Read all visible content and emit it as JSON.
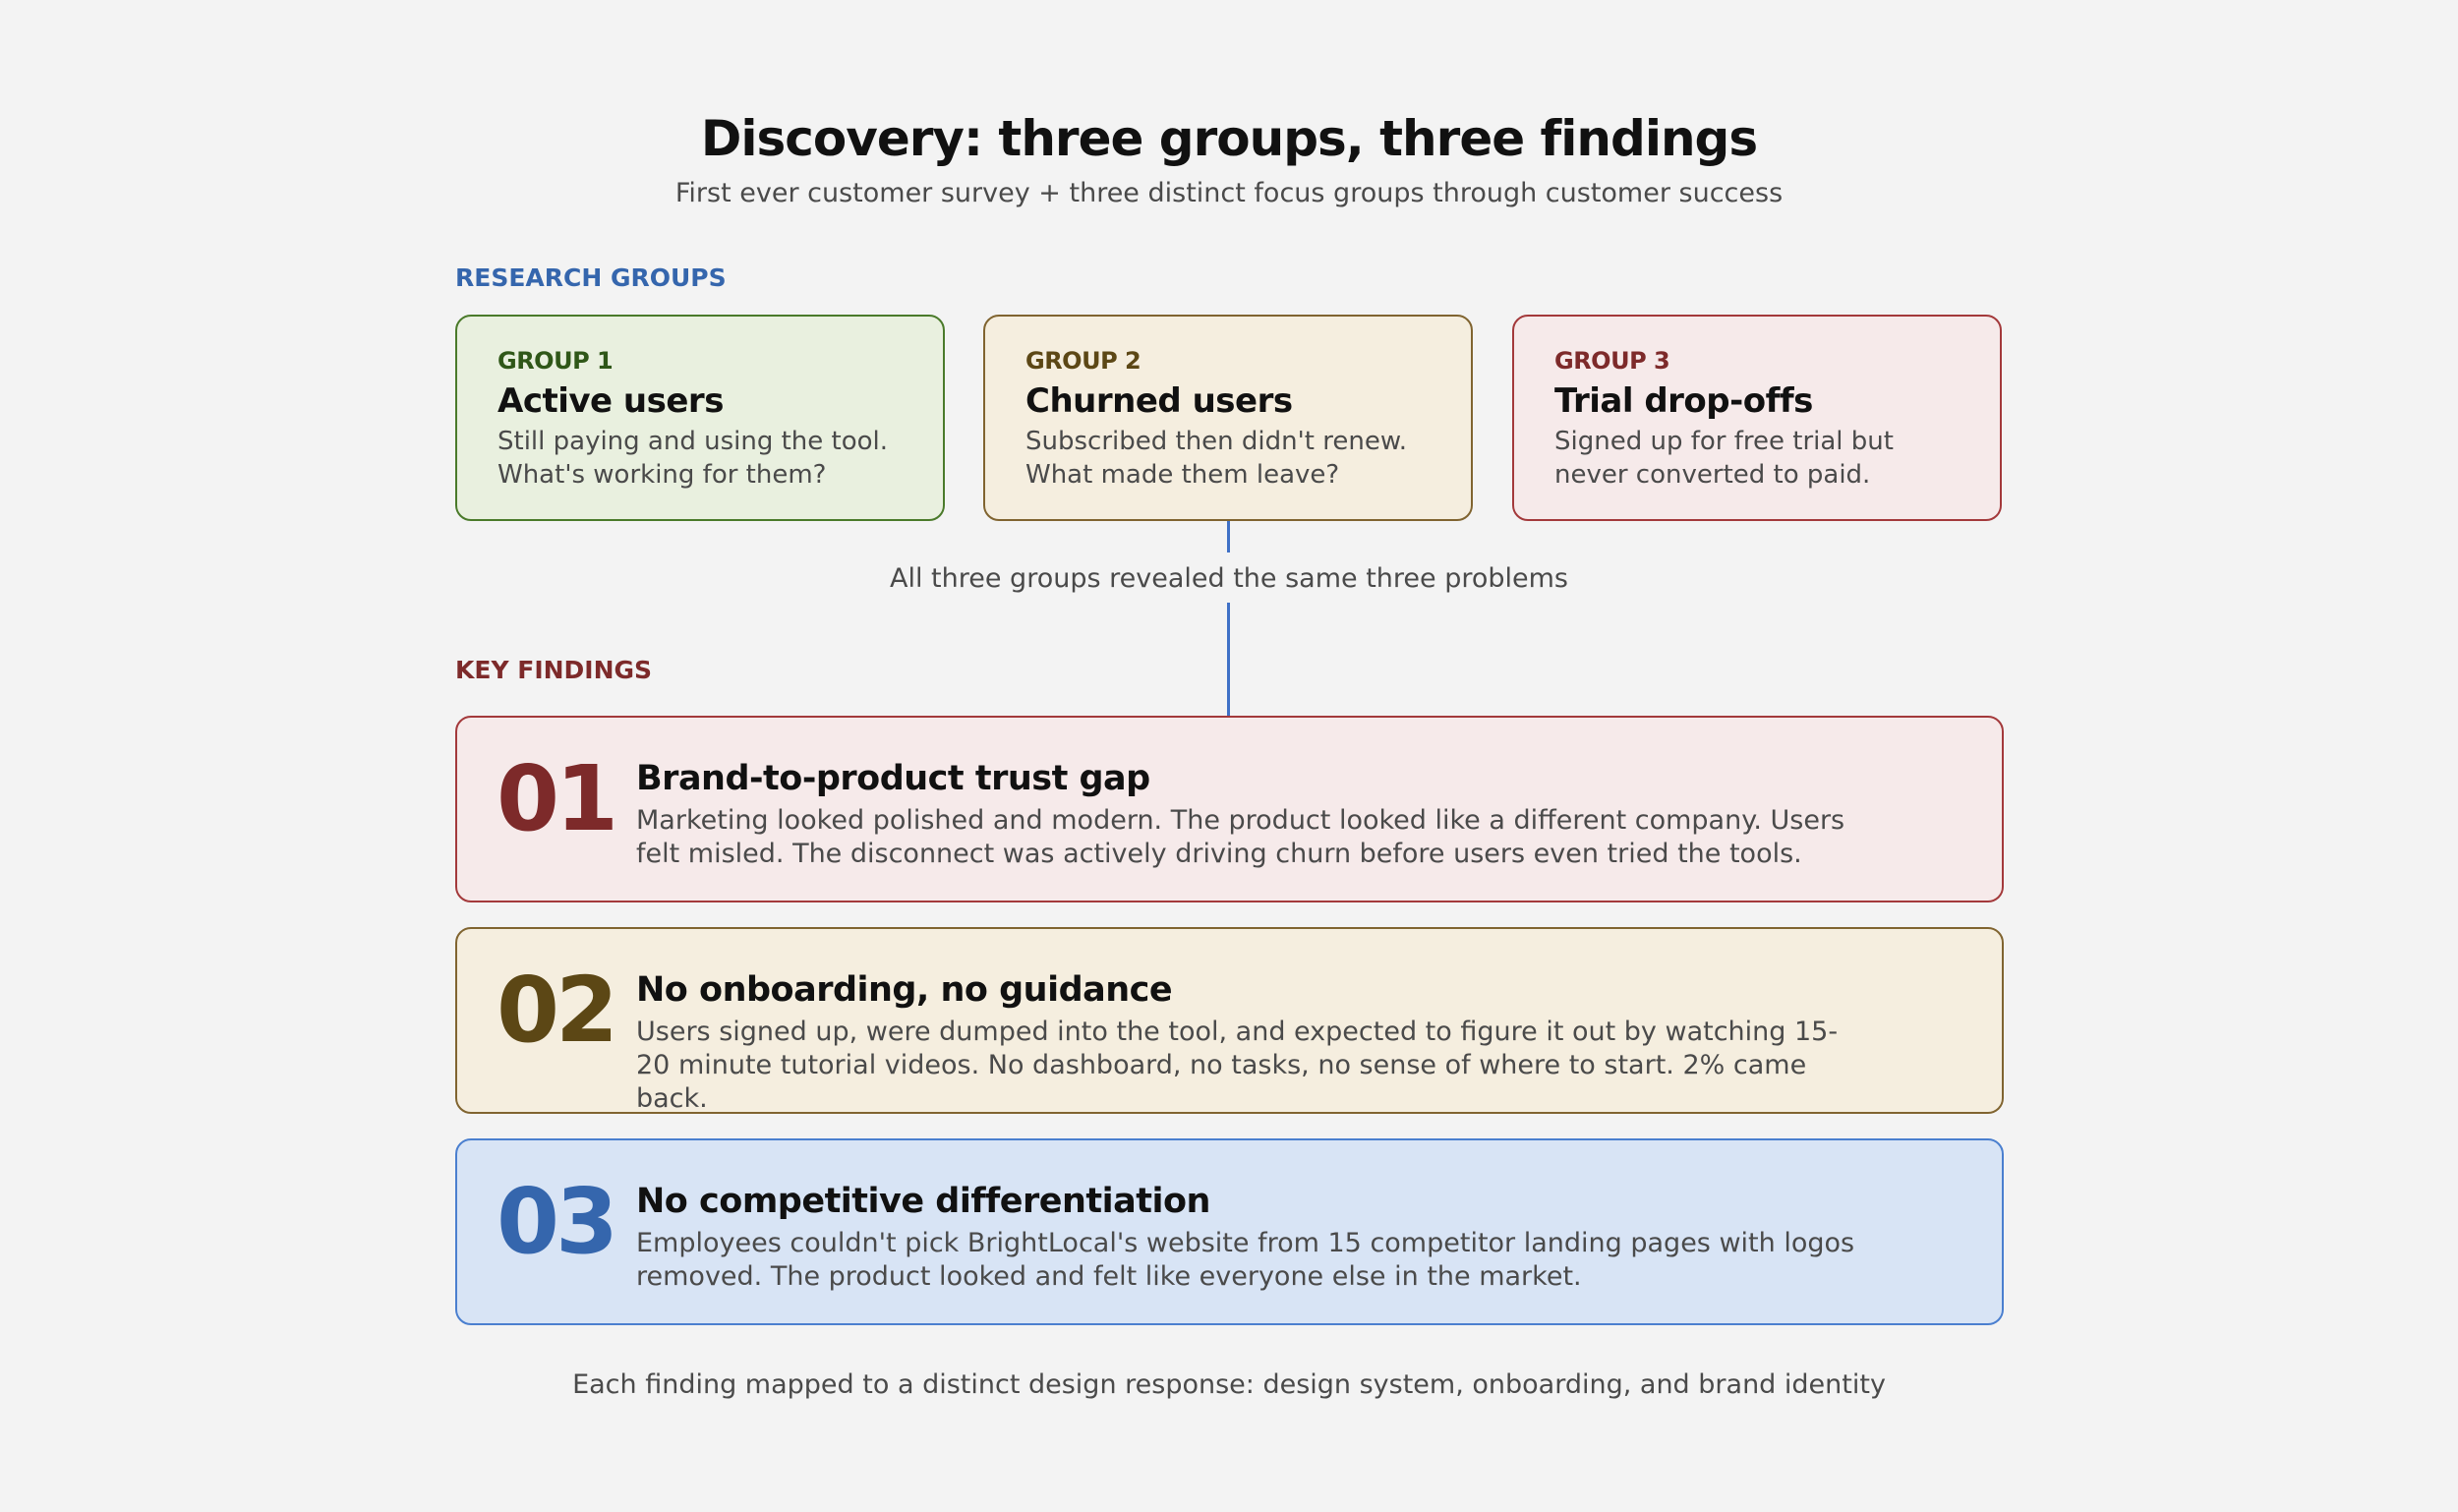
{
  "header": {
    "title": "Discovery: three groups, three findings",
    "subtitle": "First ever customer survey + three distinct focus groups through customer success"
  },
  "research": {
    "section_label": "RESEARCH GROUPS",
    "groups": [
      {
        "kicker": "GROUP 1",
        "title": "Active users",
        "description": "Still paying and using the tool. What's working for them?"
      },
      {
        "kicker": "GROUP 2",
        "title": "Churned users",
        "description": "Subscribed then didn't renew. What made them leave?"
      },
      {
        "kicker": "GROUP 3",
        "title": "Trial drop-offs",
        "description": "Signed up for free trial but never converted to paid."
      }
    ]
  },
  "bridge": {
    "text": "All three groups revealed the same three problems"
  },
  "findings": {
    "section_label": "KEY FINDINGS",
    "items": [
      {
        "number": "01",
        "title": "Brand-to-product trust gap",
        "description": "Marketing looked polished and modern. The product looked like a different company. Users felt misled. The disconnect was actively driving churn before users even tried the tools."
      },
      {
        "number": "02",
        "title": "No onboarding, no guidance",
        "description": "Users signed up, were dumped into the tool, and expected to figure it out by watching 15-20 minute tutorial videos. No dashboard, no tasks, no sense of where to start. 2% came back."
      },
      {
        "number": "03",
        "title": "No competitive differentiation",
        "description": "Employees couldn't pick BrightLocal's website from 15 competitor landing pages with logos removed. The product looked and felt like everyone else in the market."
      }
    ]
  },
  "footer": {
    "text": "Each finding mapped to a distinct design response: design system, onboarding, and brand identity"
  },
  "colors": {
    "background": "#f3f3f3",
    "research_label": "#3566ad",
    "findings_label": "#7d2a2a",
    "green_border": "#4a7a2a",
    "green_fill": "#e9f0df",
    "olive_border": "#806430",
    "olive_fill": "#f5eedf",
    "red_border": "#a3393b",
    "red_fill": "#f6eaea",
    "blue_border": "#4a7fcf",
    "blue_fill": "#d8e4f5",
    "connector": "#3f70c6"
  }
}
